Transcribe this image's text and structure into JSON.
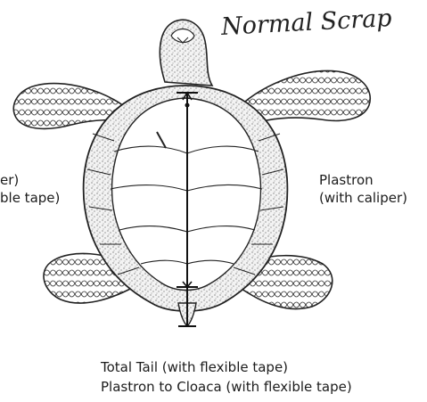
{
  "handwritten_note": "Normal Scrap",
  "labels": {
    "left_line1": "er)",
    "left_line2": "ble tape)",
    "right_line1": "Plastron",
    "right_line2": "(with caliper)",
    "bottom_line1": "Total Tail (with flexible tape)",
    "bottom_line2": "Plastron to Cloaca (with flexible tape)"
  }
}
